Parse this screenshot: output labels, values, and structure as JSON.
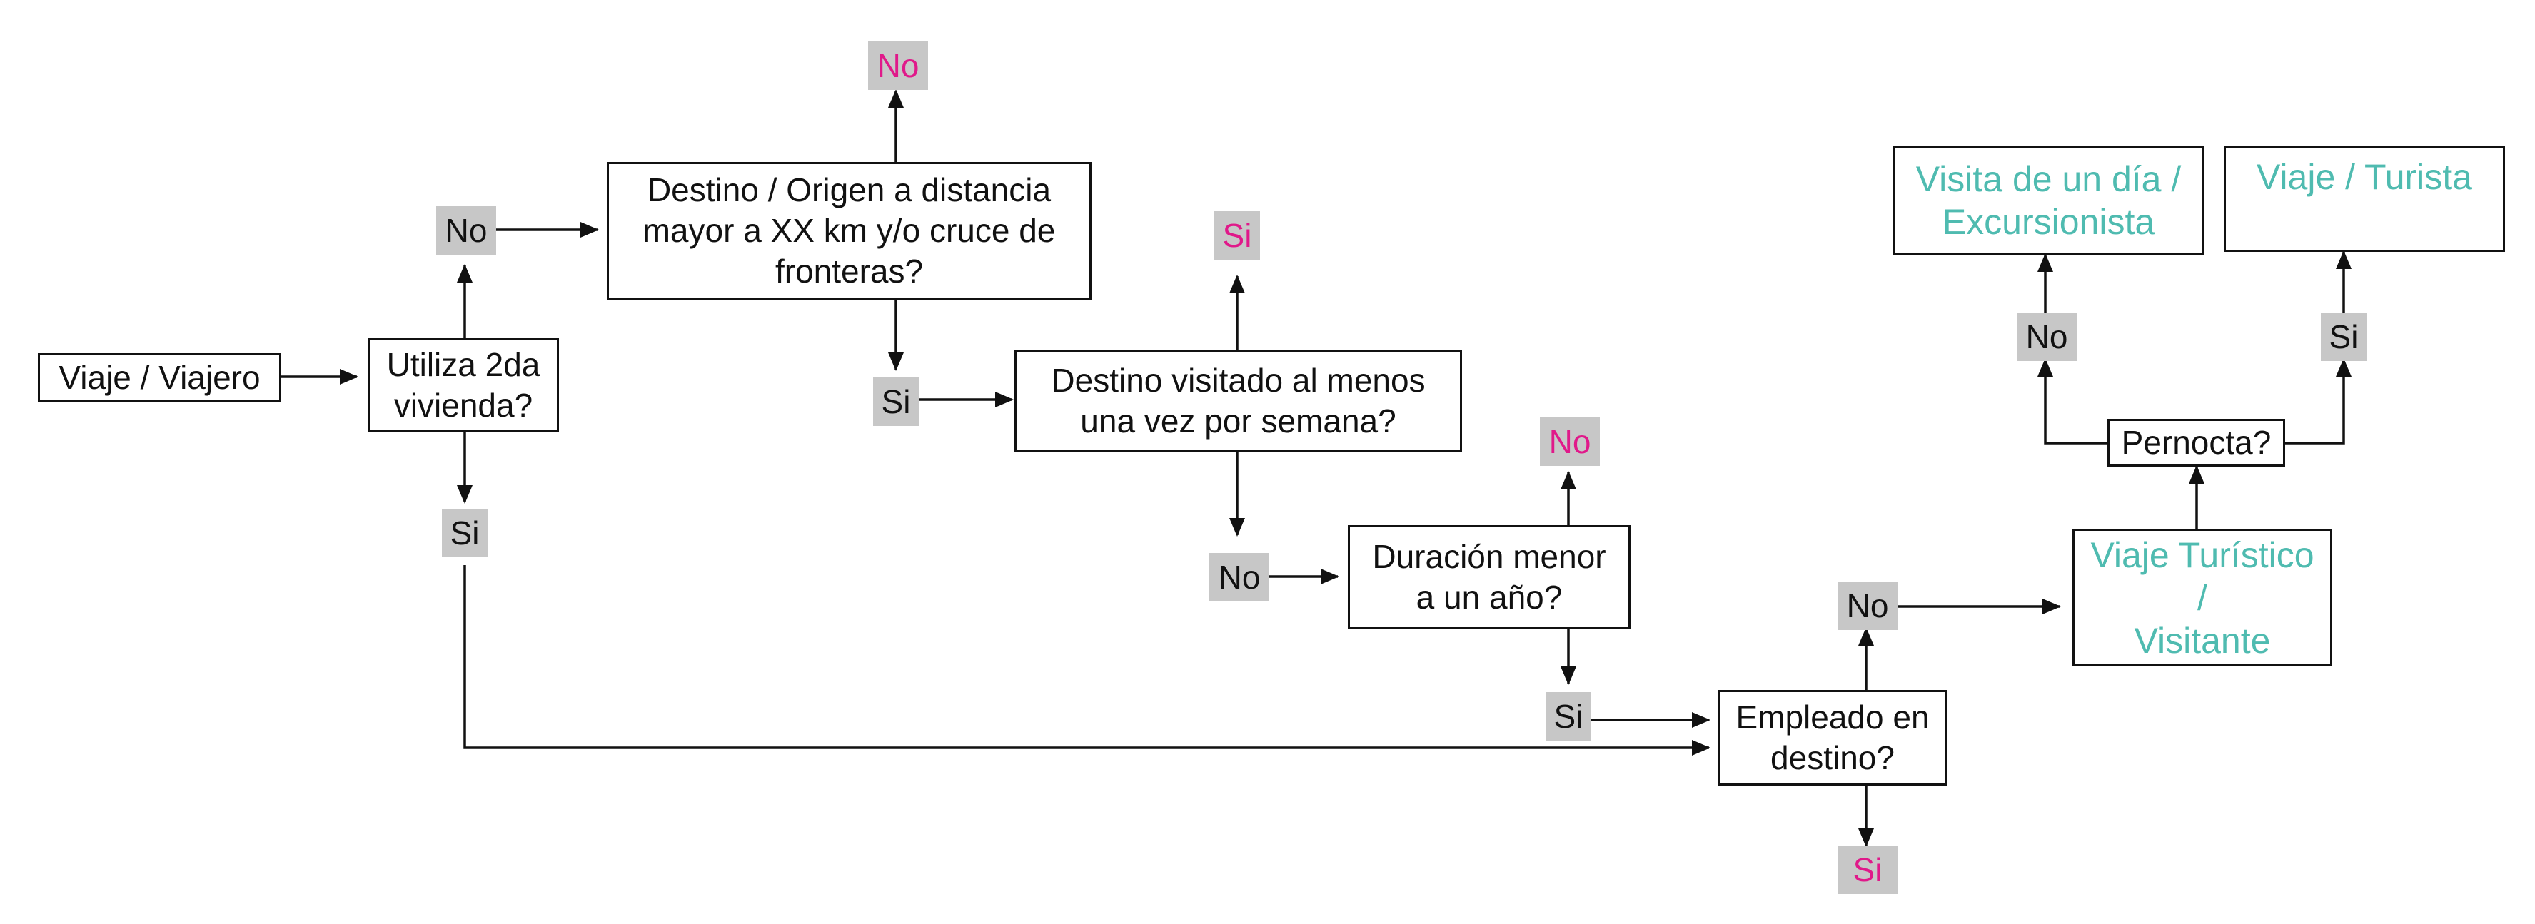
{
  "colors": {
    "stroke": "#111111",
    "text": "#111111",
    "chip_background": "#c7c7c7",
    "terminal_magenta": "#e0198a",
    "result_teal": "#4fbbb0"
  },
  "nodes": {
    "viaje_viajero": [
      "Viaje / Viajero"
    ],
    "utiliza_2da_vivienda": [
      "Utiliza 2da",
      "vivienda?"
    ],
    "destino_origen_distancia": [
      "Destino / Origen a distancia",
      "mayor a XX km y/o cruce de",
      "fronteras?"
    ],
    "destino_visitado": [
      "Destino visitado al menos",
      "una vez por semana?"
    ],
    "duracion_menor": [
      "Duración menor",
      "a un año?"
    ],
    "empleado_en_destino": [
      "Empleado en",
      "destino?"
    ],
    "viaje_turistico_visitante": [
      "Viaje Turístico",
      "/",
      "Visitante"
    ],
    "pernocta": [
      "Pernocta?"
    ],
    "visita_de_un_dia": [
      "Visita de un día /",
      "Excursionista"
    ],
    "viaje_turista": [
      "Viaje / Turista"
    ]
  },
  "labels": {
    "utiliza_no": "No",
    "utiliza_si": "Si",
    "distancia_no": "No",
    "distancia_si": "Si",
    "visitado_si": "Si",
    "visitado_no": "No",
    "duracion_no": "No",
    "duracion_si": "Si",
    "empleado_no": "No",
    "empleado_si": "Si",
    "pernocta_no": "No",
    "pernocta_si": "Si"
  }
}
